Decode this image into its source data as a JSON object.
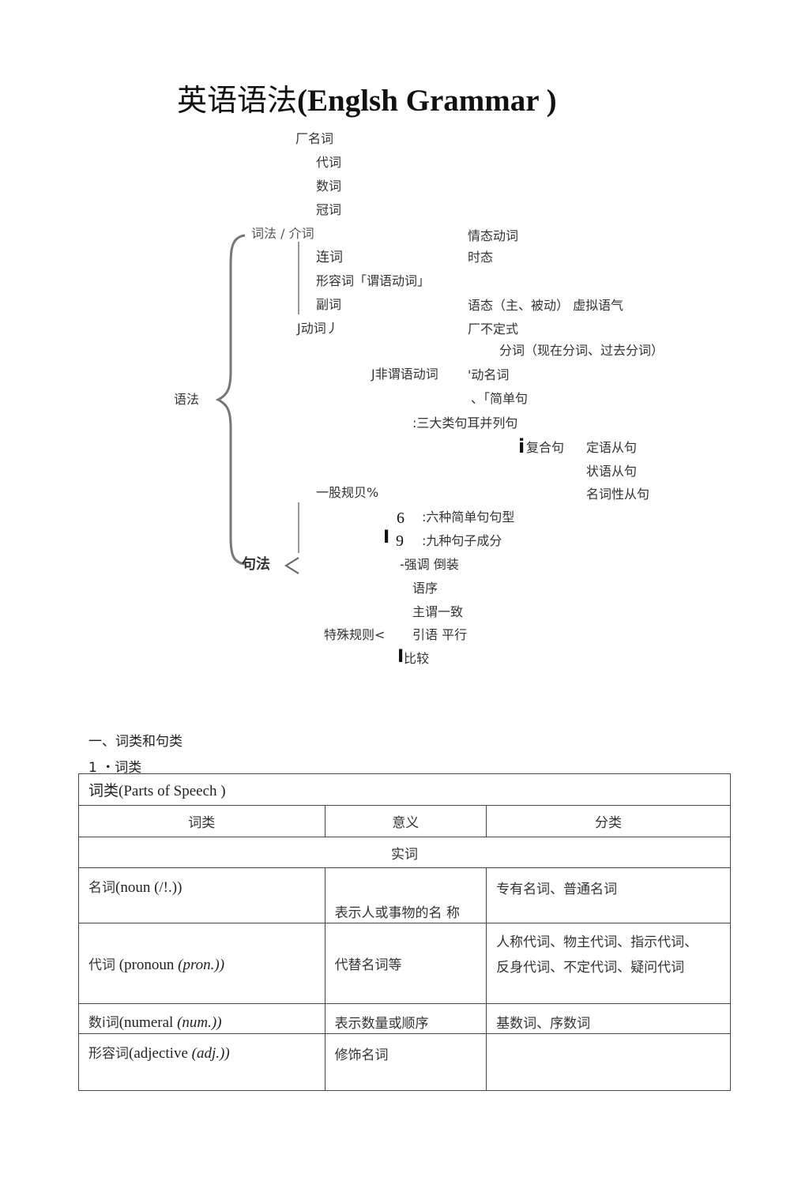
{
  "title": {
    "cn": "英语语法",
    "en": "(Englsh Grammar )"
  },
  "tree": {
    "root": "语法",
    "word_class_items": [
      "厂名词",
      "代词",
      "数词",
      "冠词",
      "词法 / 介词",
      "连词",
      "形容词「谓语动词」",
      "副词",
      "J动词丿"
    ],
    "predicate_verb_items": [
      "情态动词",
      "时态",
      "语态（主、被动） 虚拟语气"
    ],
    "nonpredicate_label": "J非谓语动词",
    "nonpredicate_items": [
      "厂不定式",
      "分词（现在分词、过去分词）",
      "'动名词"
    ],
    "sentence_types": {
      "simple": "、「简单句",
      "compound": ":三大类句耳并列句",
      "complex_marker": "i",
      "complex": "复合句",
      "clauses": [
        "定语从句",
        "状语从句",
        "名词性从句"
      ]
    },
    "syntax_label": "句法",
    "general_rules": "一股规贝%",
    "six_num": "6",
    "six_text": ":六种简单句句型",
    "nine_marker": "I",
    "nine_num": "9",
    "nine_text": ":九种句子成分",
    "special_rules": "特殊规则<",
    "special_items": [
      "-强调  倒装",
      "语序",
      "主谓一致",
      "引语  平行",
      "比较"
    ],
    "compare_marker": "I"
  },
  "section": {
    "heading": "一、词类和句类",
    "sub": "1 ・词类"
  },
  "table": {
    "caption": "词类(Parts of Speech )",
    "headers": [
      "词类",
      "意义",
      "分类"
    ],
    "group": "实词",
    "rows": [
      {
        "cn": "名词",
        "en": "(noun (/!.))",
        "en_italic": "",
        "meaning": "表示人或事物的名 称",
        "types": [
          "专有名词、普通名词"
        ]
      },
      {
        "cn": "代词",
        "en": " (pronoun ",
        "en_italic": "(pron.))",
        "meaning": "代替名词等",
        "types": [
          "人称代词、物主代词、指示代词、",
          "反身代词、不定代词、疑问代词"
        ]
      },
      {
        "cn": "数i词",
        "en": "(numeral ",
        "en_italic": "(num.))",
        "meaning": "表示数量或顺序",
        "types": [
          "基数词、序数词"
        ]
      },
      {
        "cn": "形容词",
        "en": "(adjective ",
        "en_italic": "(adj.))",
        "meaning": "修饰名词",
        "types": [
          ""
        ]
      }
    ]
  }
}
